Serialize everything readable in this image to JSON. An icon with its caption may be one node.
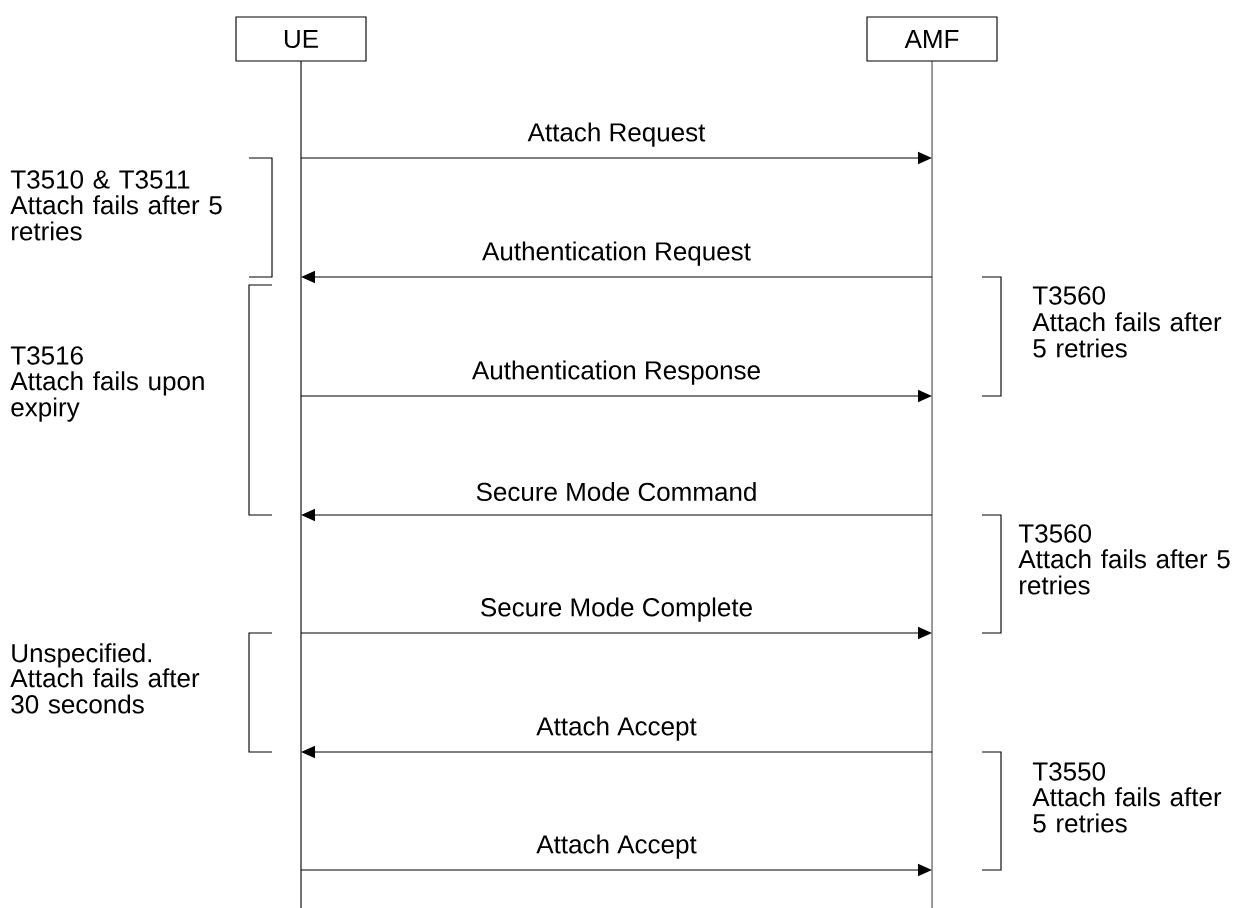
{
  "diagram": {
    "nodes": [
      {
        "text": [
          "UE"
        ]
      },
      {
        "text": [
          "AMF"
        ]
      }
    ],
    "edges": [
      {
        "from": 0,
        "to": 1,
        "arrow": "to",
        "label": "Attach Request"
      },
      {
        "from": 1,
        "to": 0,
        "arrow": "to",
        "label": "Authentication Request"
      },
      {
        "from": 0,
        "to": 1,
        "arrow": "to",
        "label": "Authentication Response"
      },
      {
        "from": 1,
        "to": 0,
        "arrow": "to",
        "label": "Secure Mode Command"
      },
      {
        "from": 0,
        "to": 1,
        "arrow": "to",
        "label": "Secure Mode Complete"
      },
      {
        "from": 1,
        "to": 0,
        "arrow": "to",
        "label": "Attach Accept"
      },
      {
        "from": 0,
        "to": 1,
        "arrow": "to",
        "label": "Attach Accept"
      }
    ],
    "labels": [
      "T3510 & T3511",
      "Attach fails after 5 retries",
      "T3560",
      "Attach fails after 5 retries",
      "T3516",
      "Attach fails upon expiry",
      "T3560",
      "Attach fails after 5 retries",
      "Unspecified.",
      "Attach fails after 30 seconds",
      "T3550",
      "Attach fails after 5 retries"
    ]
  }
}
